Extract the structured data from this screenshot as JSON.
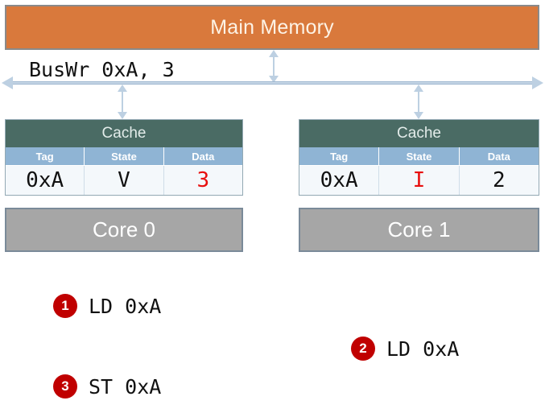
{
  "memory": {
    "label": "Main Memory",
    "color": "#d9793c"
  },
  "bus": {
    "label": "BusWr 0xA, 3",
    "color": "#bdd0e2"
  },
  "caches": [
    {
      "title": "Cache",
      "columns": [
        "Tag",
        "State",
        "Data"
      ],
      "row": {
        "tag": "0xA",
        "state": "V",
        "data": "3"
      },
      "highlight": "data",
      "highlight_color": "#e8100f"
    },
    {
      "title": "Cache",
      "columns": [
        "Tag",
        "State",
        "Data"
      ],
      "row": {
        "tag": "0xA",
        "state": "I",
        "data": "2"
      },
      "highlight": "state",
      "highlight_color": "#e8100f"
    }
  ],
  "cores": [
    {
      "label": "Core 0"
    },
    {
      "label": "Core 1"
    }
  ],
  "steps": [
    {
      "number": "1",
      "text": "LD 0xA"
    },
    {
      "number": "2",
      "text": "LD 0xA"
    },
    {
      "number": "3",
      "text": "ST 0xA"
    }
  ],
  "theme": {
    "cache_header": "#4a6b64",
    "column_header": "#8fb4d4",
    "core_fill": "#a6a6a6",
    "badge": "#c00000"
  }
}
